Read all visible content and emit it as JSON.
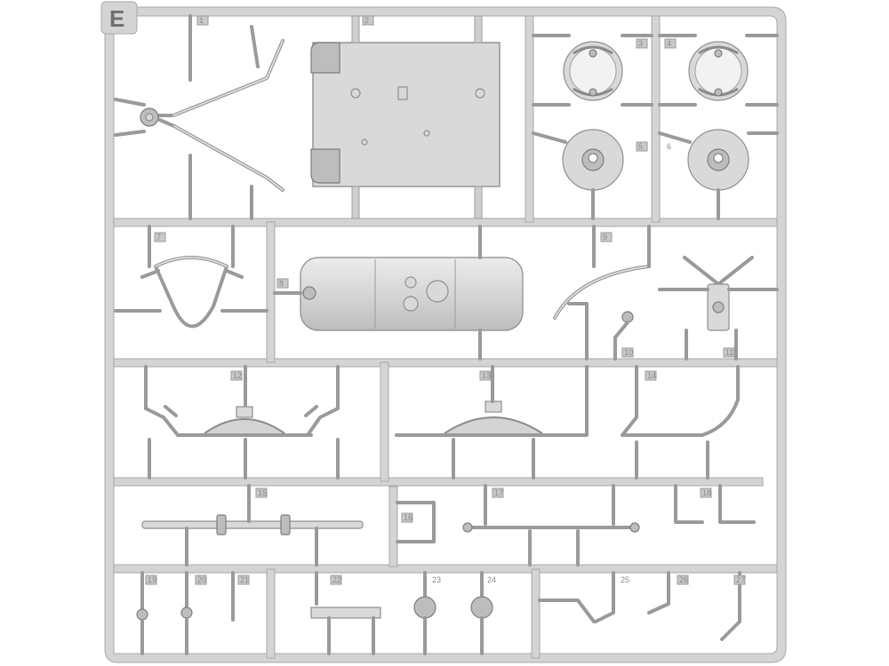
{
  "sprue": {
    "letter": "E",
    "part_numbers": [
      "1",
      "2",
      "3",
      "4",
      "5",
      "6",
      "7",
      "8",
      "9",
      "10",
      "11",
      "12",
      "13",
      "14",
      "15",
      "16",
      "17",
      "18",
      "19",
      "20",
      "21",
      "22",
      "23",
      "24",
      "25",
      "26",
      "27"
    ],
    "colors": {
      "plastic": "#d4d4d4",
      "outline": "#9a9a9a",
      "background": "#ffffff"
    }
  }
}
